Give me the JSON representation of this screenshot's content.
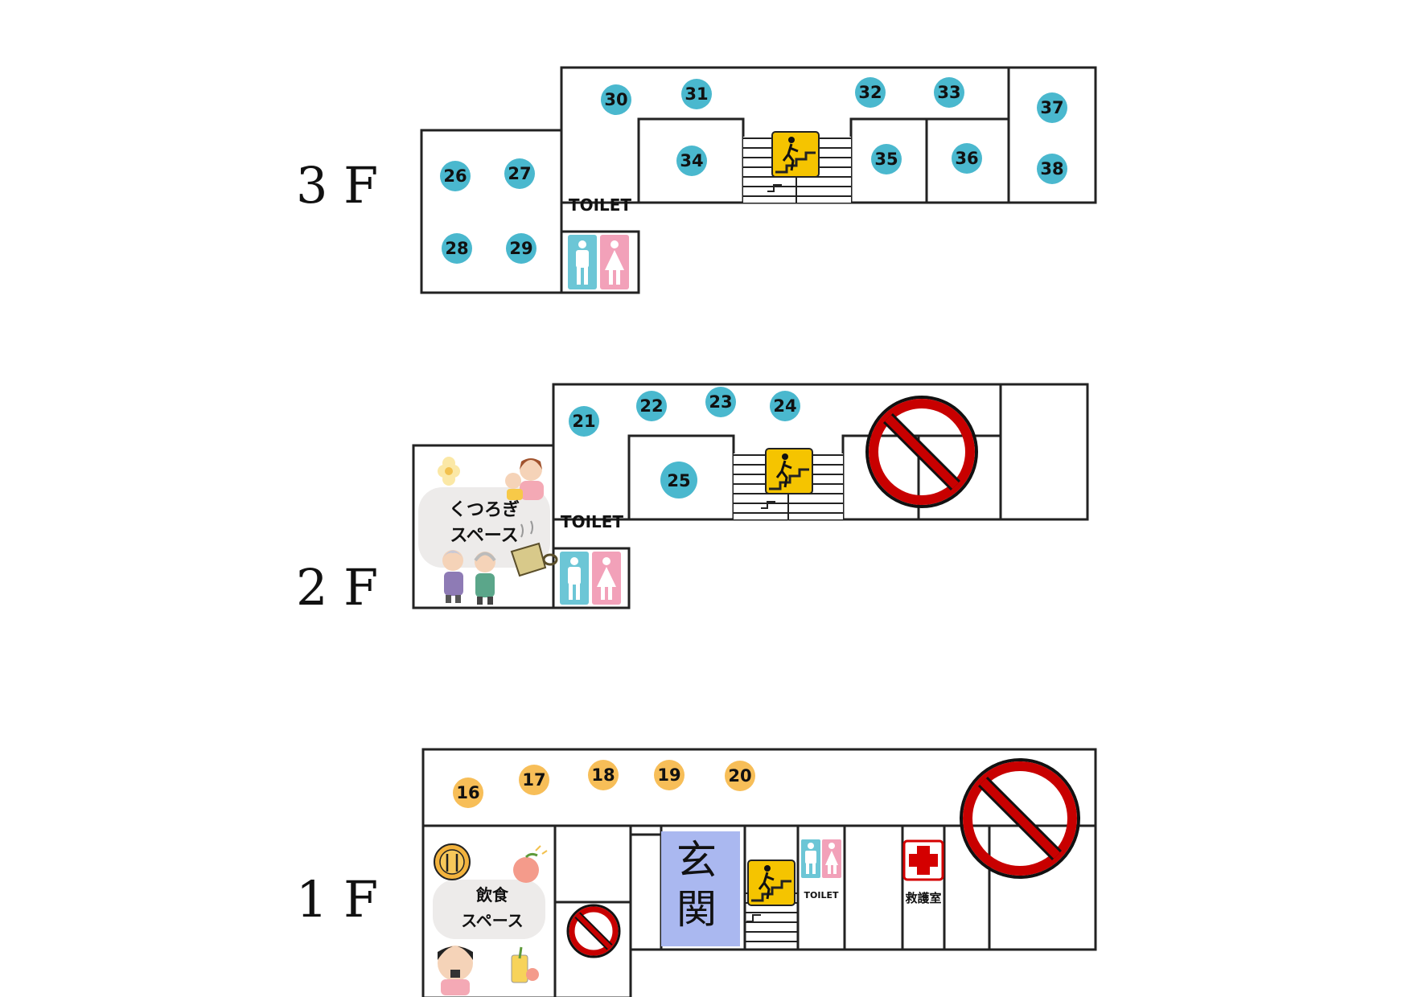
{
  "floors": [
    {
      "label": "3 F"
    },
    {
      "label": "2 F"
    },
    {
      "label": "1 F"
    }
  ],
  "booths": {
    "floor3": [
      "30",
      "31",
      "32",
      "33",
      "34",
      "35",
      "36",
      "37",
      "38",
      "26",
      "27",
      "28",
      "29"
    ],
    "floor2": [
      "21",
      "22",
      "23",
      "24",
      "25"
    ],
    "floor1": [
      "16",
      "17",
      "18",
      "19",
      "20"
    ]
  },
  "labels": {
    "toilet_3f": "TOILET",
    "toilet_2f": "TOILET",
    "toilet_1f": "TOILET",
    "kutsurogi_line1": "くつろぎ",
    "kutsurogi_line2": "スペース",
    "inshoku_line1": "飲食",
    "inshoku_line2": "スペース",
    "genkan_1": "玄",
    "genkan_2": "関",
    "kyugoshitsu": "救護室"
  },
  "colors": {
    "booth_blue": "#4AB8CE",
    "booth_orange": "#F7BE58",
    "stairs_sign": "#F5C400",
    "prohibited_red": "#C80000",
    "toilet_male": "#6CC6D6",
    "toilet_female": "#F2A1B9",
    "entrance": "#AAB8F0",
    "first_aid": "#D40000"
  },
  "icons": [
    "stairs-icon",
    "no-entry-icon",
    "male-toilet-icon",
    "female-toilet-icon",
    "first-aid-icon",
    "flower-icon",
    "tea-cup-icon",
    "dining-icon",
    "fruit-icon",
    "drink-icon"
  ]
}
